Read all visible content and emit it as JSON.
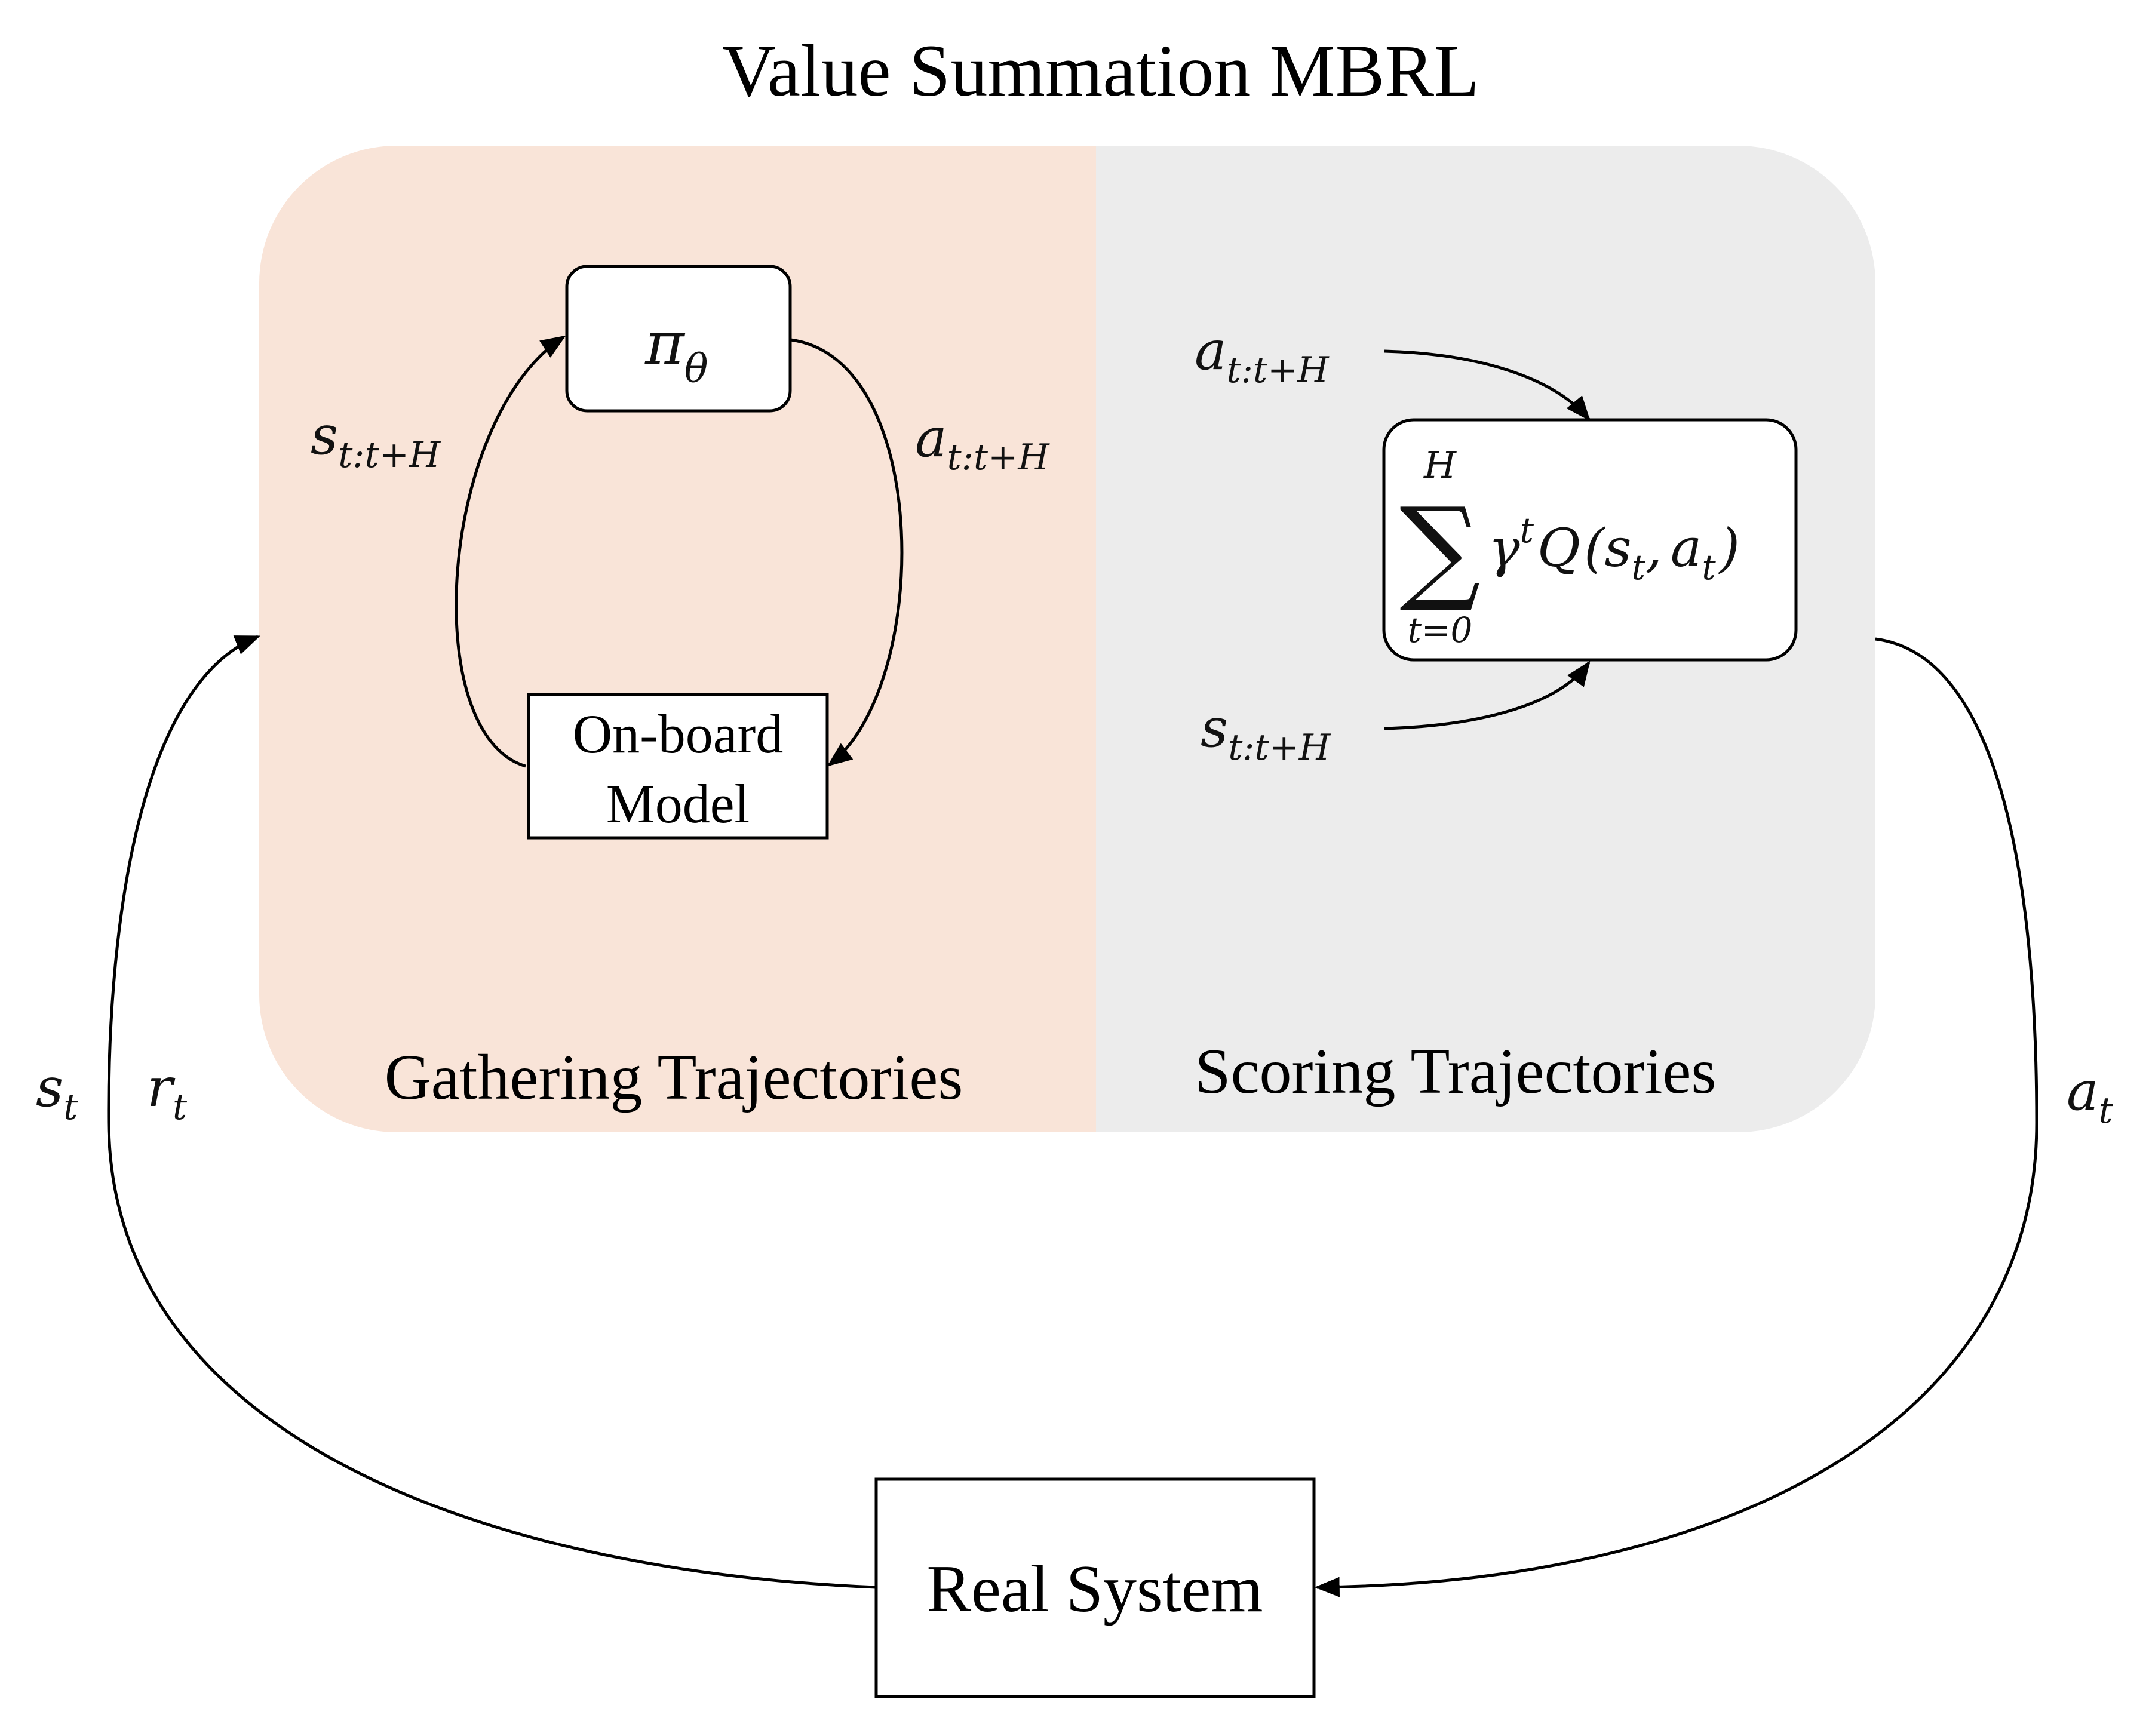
{
  "title": "Value Summation MBRL",
  "colors": {
    "gathering_panel": "#f9e4d8",
    "scoring_panel": "#ececec",
    "line": "#000000",
    "box_fill": "#ffffff"
  },
  "panels": {
    "gathering": {
      "label": "Gathering Trajectories",
      "policy": {
        "symbol": "π",
        "subscript": "θ"
      },
      "model": {
        "line1": "On-board",
        "line2": "Model"
      },
      "state_seq": {
        "symbol": "s",
        "subscript": "t:t+H"
      },
      "action_seq": {
        "symbol": "a",
        "subscript": "t:t+H"
      }
    },
    "scoring": {
      "label": "Scoring Trajectories",
      "action_seq": {
        "symbol": "a",
        "subscript": "t:t+H"
      },
      "state_seq": {
        "symbol": "s",
        "subscript": "t:t+H"
      },
      "formula": {
        "sigma": "∑",
        "upper": "H",
        "lower": "t=0",
        "gamma": "γ",
        "power": "t",
        "q": "Q",
        "open": "(",
        "s": "s",
        "s_sub": "t",
        "comma": ",",
        "a": "a",
        "a_sub": "t",
        "close": ")"
      }
    }
  },
  "real_system": {
    "label": "Real System"
  },
  "feedback": {
    "state": {
      "symbol": "s",
      "subscript": "t"
    },
    "reward": {
      "symbol": "r",
      "subscript": "t"
    },
    "action": {
      "symbol": "a",
      "subscript": "t"
    }
  }
}
